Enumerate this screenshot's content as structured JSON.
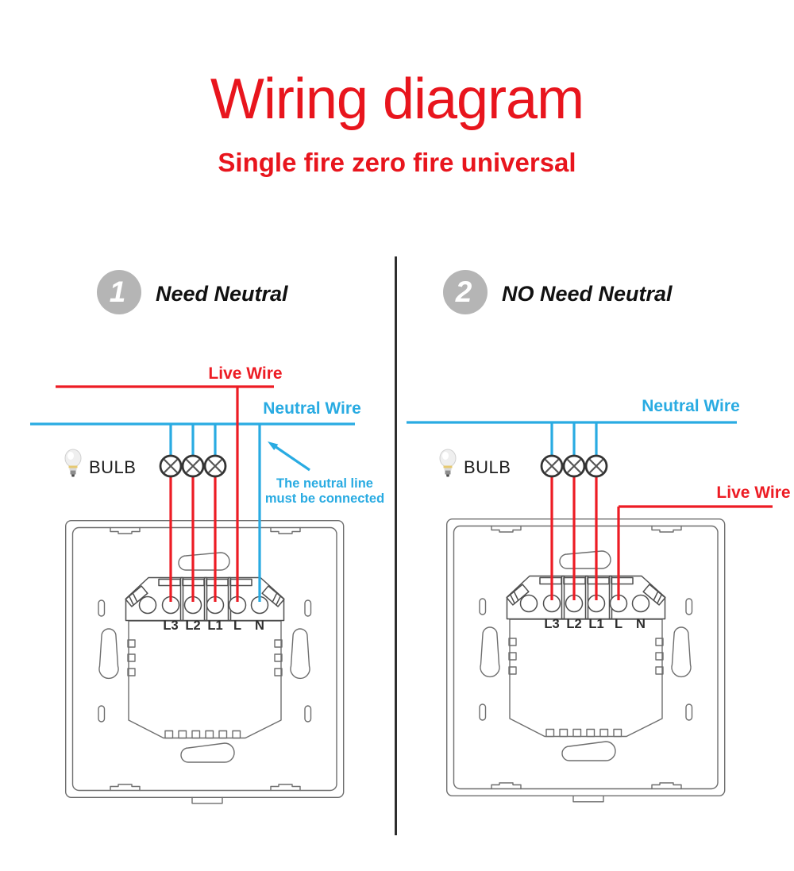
{
  "title": {
    "text": "Wiring diagram",
    "subtitle": "Single fire zero fire universal"
  },
  "colors": {
    "title_red": "#e8151d",
    "live_wire_red": "#ed1c24",
    "neutral_wire_blue": "#29abe2",
    "badge_gray": "#b5b5b5",
    "panel_line_gray": "#6e6e6e",
    "lamp_stroke": "#333333"
  },
  "sections": [
    {
      "number": "1",
      "heading": "Need Neutral",
      "live_wire_label": "Live Wire",
      "neutral_wire_label": "Neutral Wire",
      "bulb_label": "BULB",
      "note": {
        "line1": "The neutral line",
        "line2": "must be connected"
      },
      "terminals": [
        "L3",
        "L2",
        "L1",
        "L",
        "N"
      ]
    },
    {
      "number": "2",
      "heading": "NO Need Neutral",
      "live_wire_label": "Live Wire",
      "neutral_wire_label": "Neutral Wire",
      "bulb_label": "BULB",
      "terminals": [
        "L3",
        "L2",
        "L1",
        "L",
        "N"
      ]
    }
  ]
}
